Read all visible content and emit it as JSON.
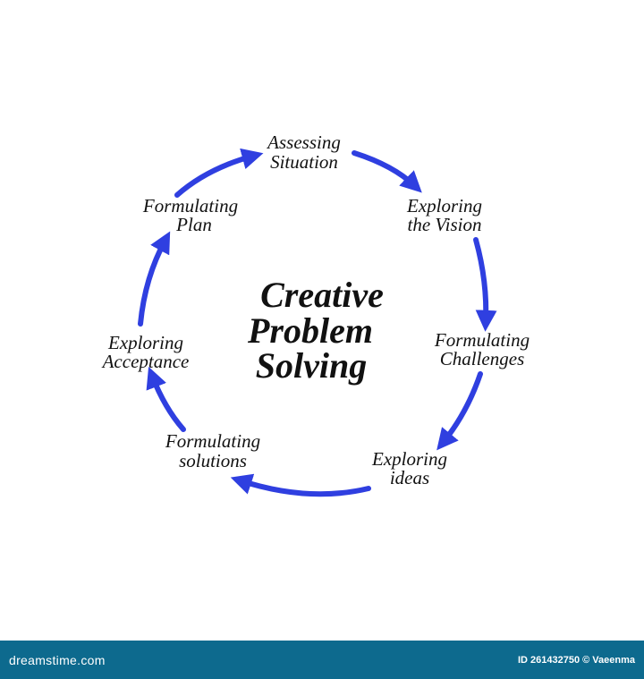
{
  "diagram": {
    "center_lines": [
      "Creative",
      "Problem",
      "Solving"
    ],
    "stages": [
      {
        "lines": [
          "Assessing",
          "Situation"
        ]
      },
      {
        "lines": [
          "Exploring",
          "the Vision"
        ]
      },
      {
        "lines": [
          "Formulating",
          "Challenges"
        ]
      },
      {
        "lines": [
          "Exploring",
          "ideas"
        ]
      },
      {
        "lines": [
          "Formulating",
          "solutions"
        ]
      },
      {
        "lines": [
          "Exploring",
          "Acceptance"
        ]
      },
      {
        "lines": [
          "Formulating",
          "Plan"
        ]
      }
    ],
    "arrow_color": "#2f3fe0",
    "text_color": "#111111"
  },
  "footer": {
    "brand": "dreamstime.com",
    "credit": "ID 261432750 © Vaeenma",
    "background": "#0d6a8e"
  }
}
